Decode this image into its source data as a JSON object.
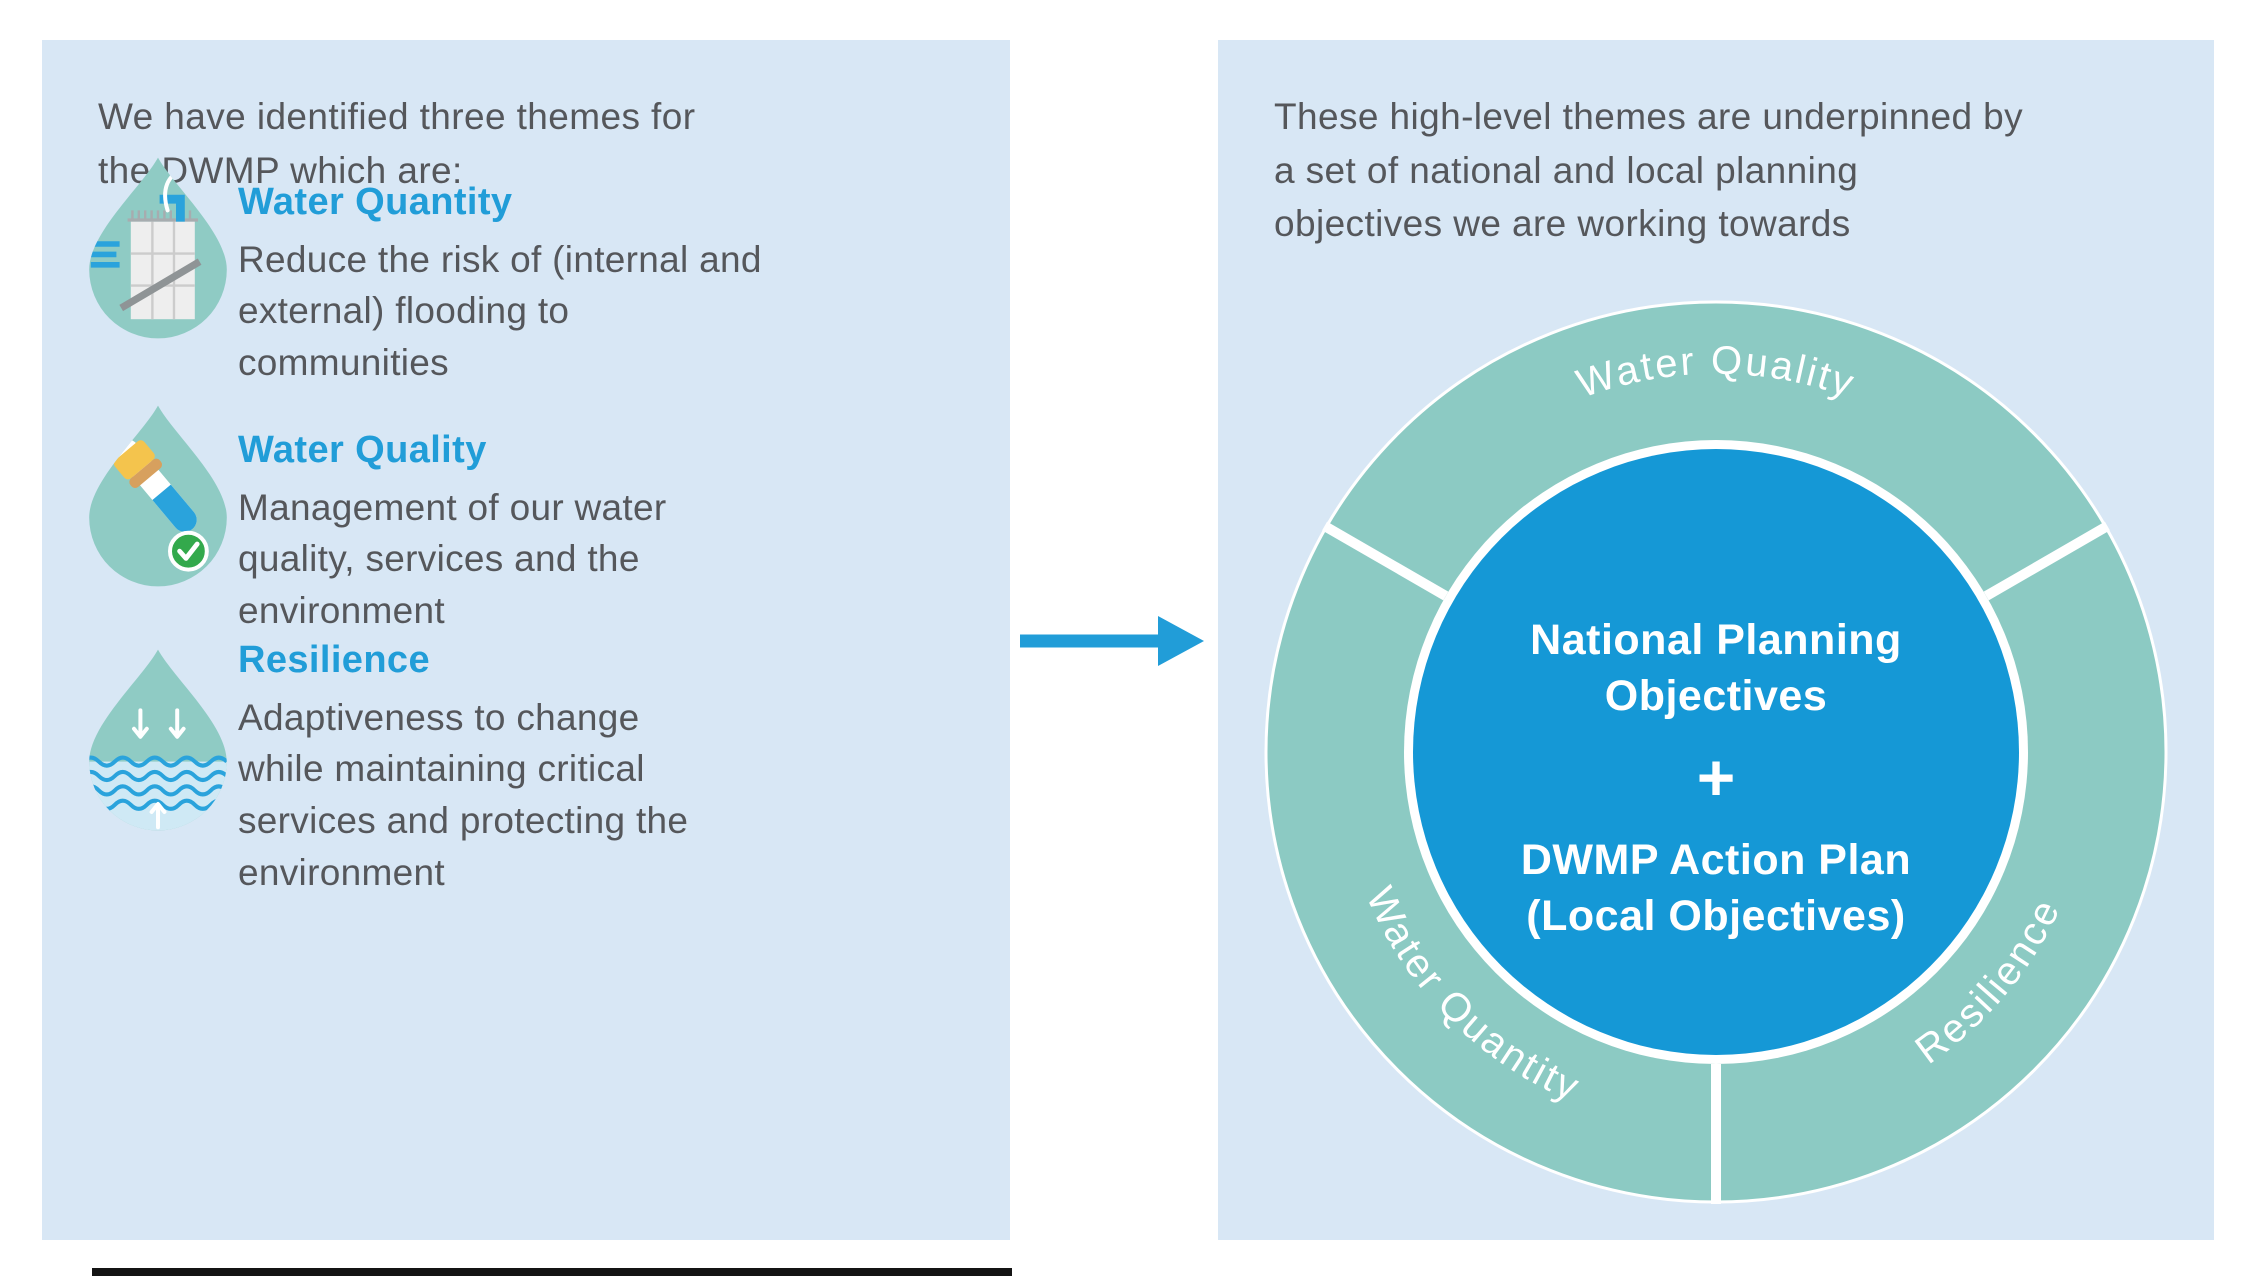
{
  "colors": {
    "panel_bg": "#d8e7f5",
    "accent_blue": "#219dd8",
    "ring_teal": "#8ccac3",
    "center_circle_blue": "#1598d6",
    "body_text": "#55575b",
    "check_green": "#33a94c",
    "sleeve_yellow": "#f4c44d"
  },
  "left_panel": {
    "intro": "We have identified three themes for the DWMP which are:",
    "themes": [
      {
        "title": "Water Quantity",
        "description": "Reduce the risk of (internal and external) flooding to communities"
      },
      {
        "title": "Water Quality",
        "description": "Management of our water quality, services and the environment"
      },
      {
        "title": "Resilience",
        "description": "Adaptiveness to change while maintaining critical services and protecting the environment"
      }
    ]
  },
  "right_panel": {
    "intro": "These high-level themes are underpinned by a set of national and local planning objectives we are working towards",
    "ring": {
      "labels": {
        "top": "Water Quality",
        "left": "Water Quantity",
        "right": "Resilience"
      },
      "center": {
        "line1": "National Planning",
        "line2": "Objectives",
        "plus": "+",
        "line3": "DWMP Action Plan",
        "line4": "(Local Objectives)"
      }
    }
  }
}
